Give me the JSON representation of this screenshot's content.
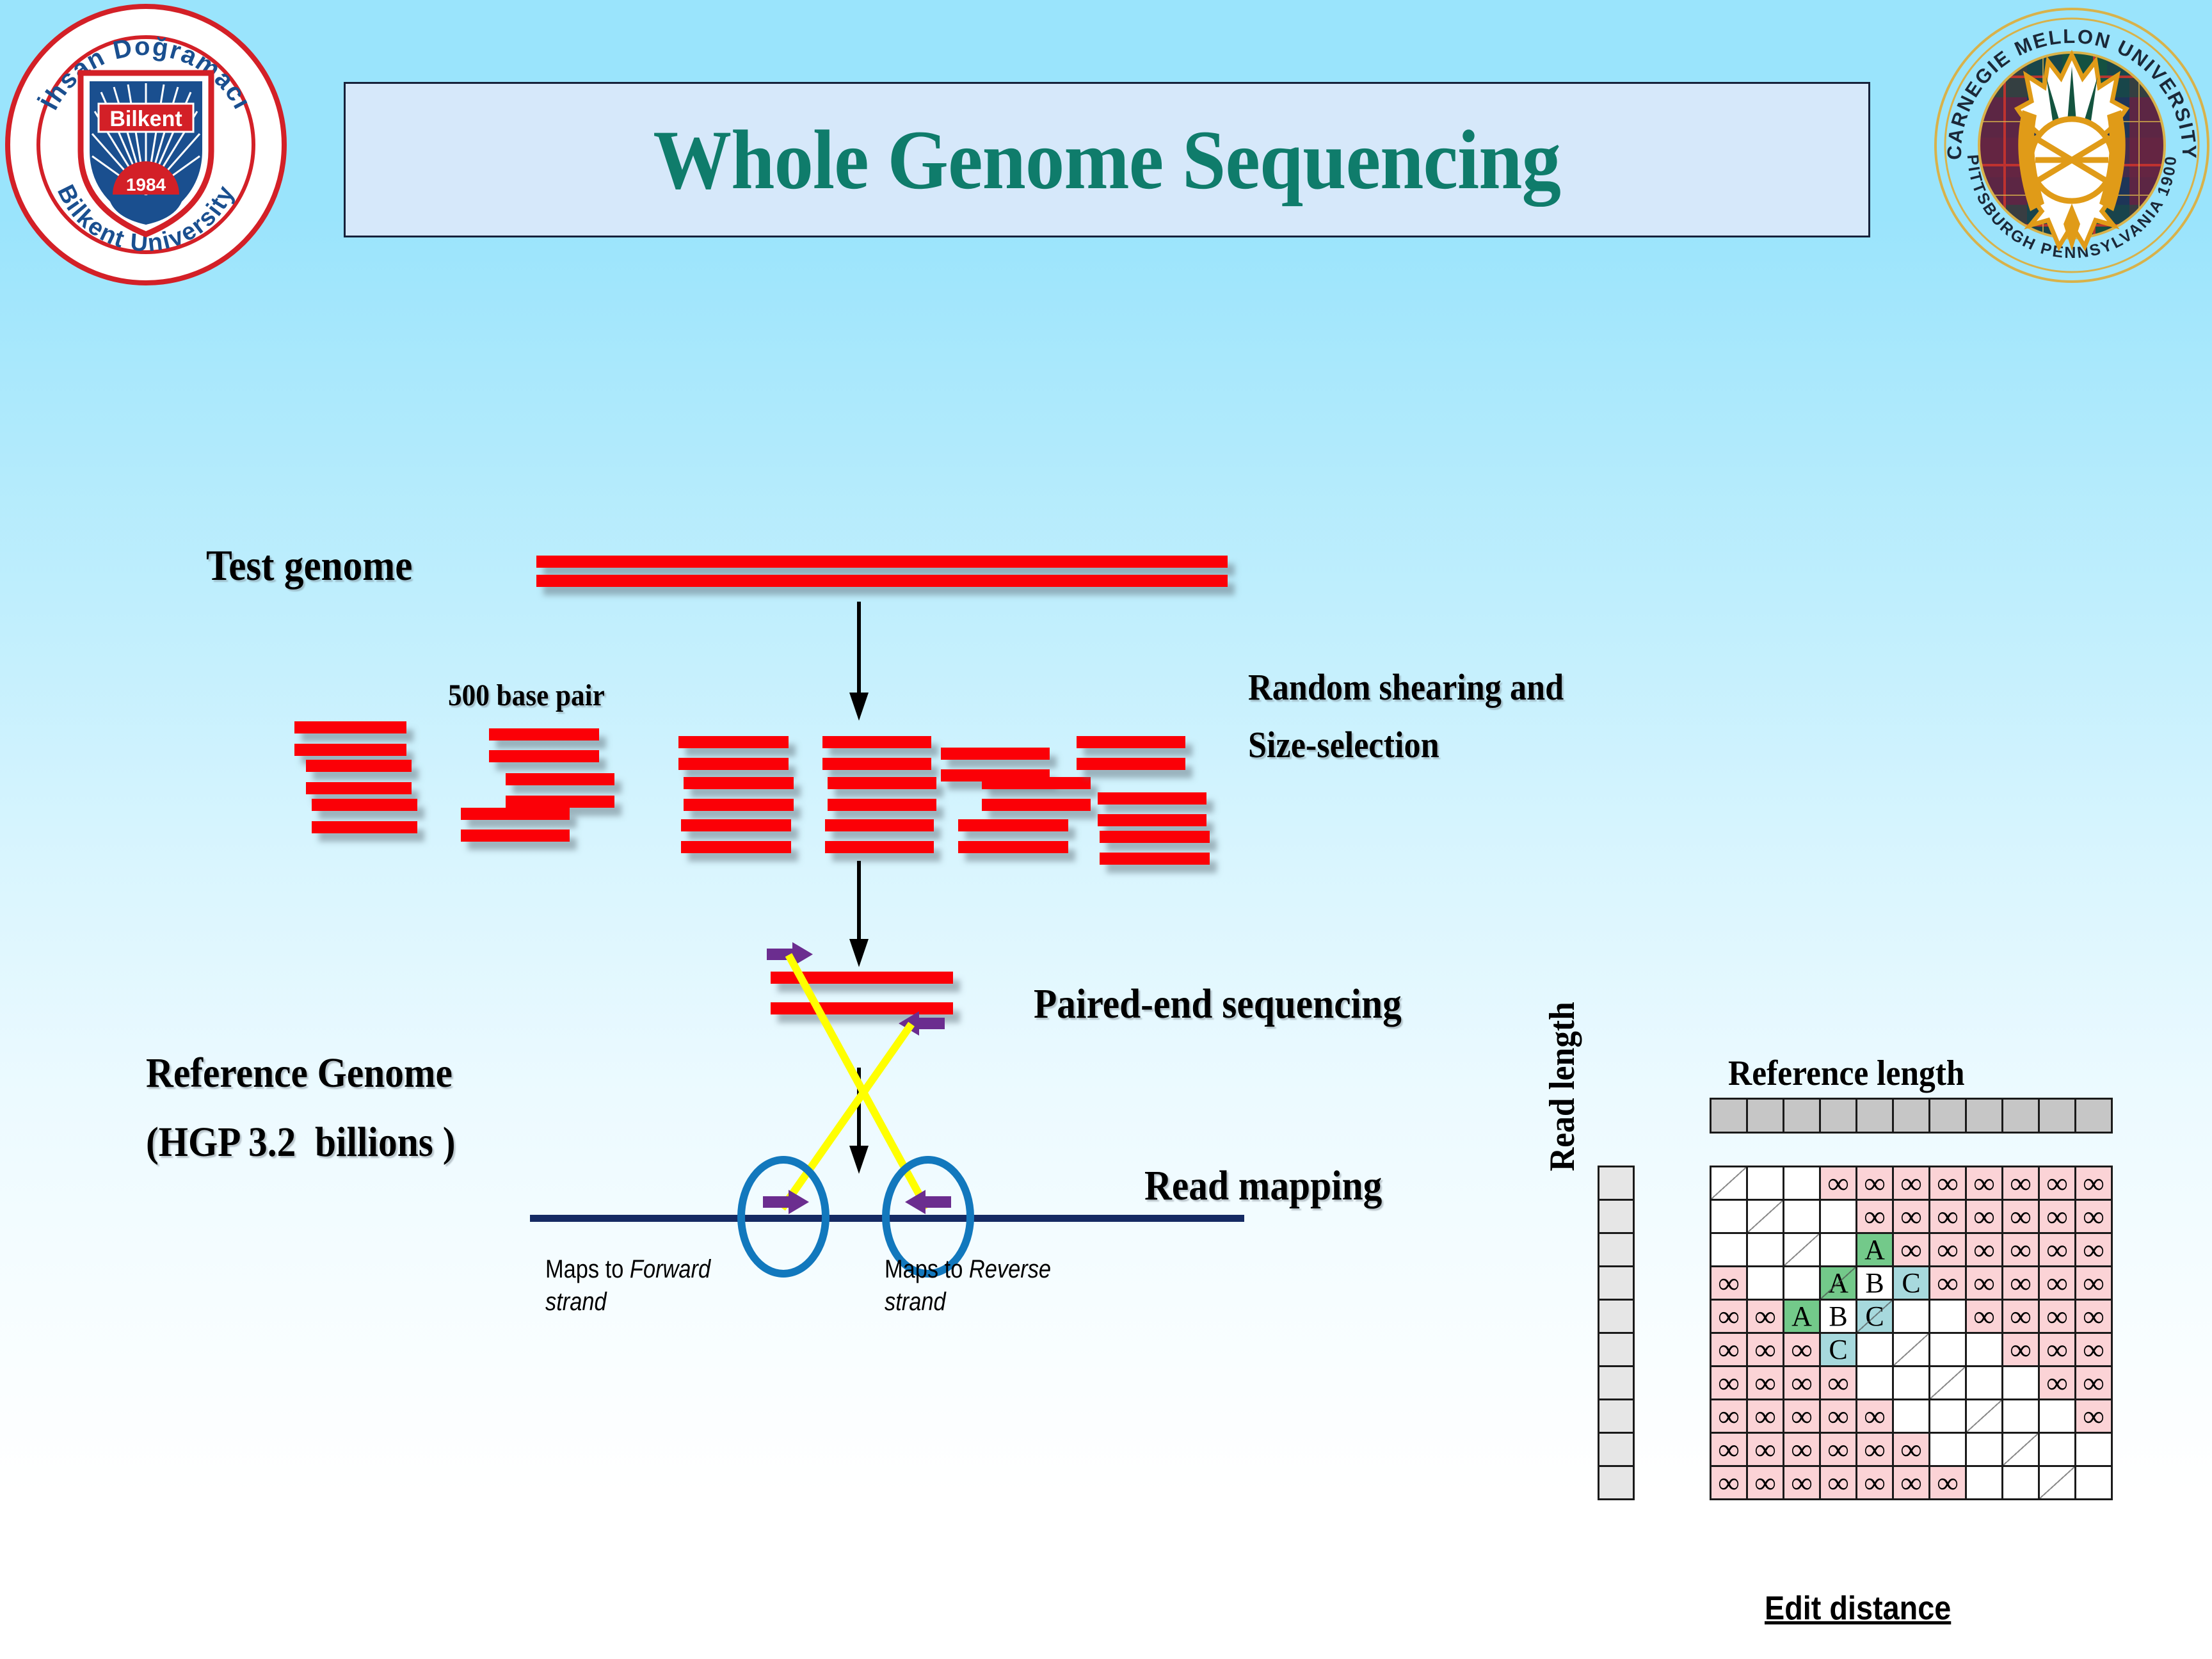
{
  "header": {
    "title": "Whole Genome Sequencing",
    "left_logo": {
      "name": "bilkent-university-seal",
      "line1": "İhsan Doğramacı",
      "line2": "Bilkent University",
      "center_word": "Bilkent",
      "year": "1984"
    },
    "right_logo": {
      "name": "carnegie-mellon-university-seal",
      "arc_top": "CARNEGIE MELLON UNIVERSITY",
      "arc_bottom": "PITTSBURGH PENNSYLVANIA 1900"
    }
  },
  "diagram": {
    "test_genome_label": "Test genome",
    "base_pair_label": "500 base pair",
    "shearing_label_line1": "Random shearing and",
    "shearing_label_line2": "Size-selection",
    "paired_end_label": "Paired-end sequencing",
    "reference_genome_line1": "Reference Genome",
    "reference_genome_line2": "(HGP 3.2  billions )",
    "read_mapping_label": "Read mapping",
    "forward_caption_prefix": "Maps to ",
    "forward_caption_em": "Forward",
    "forward_caption_suffix": "strand",
    "reverse_caption_prefix": "Maps to ",
    "reverse_caption_em": "Reverse",
    "reverse_caption_suffix": "strand"
  },
  "matrix": {
    "reference_length_label": "Reference length",
    "read_length_label": "Read length",
    "edit_distance_label": "Edit distance",
    "columns": 11,
    "rows": 10,
    "infinity_symbol": "∞",
    "cells": [
      [
        "",
        "",
        "",
        "inf",
        "inf",
        "inf",
        "inf",
        "inf",
        "inf",
        "inf",
        "inf"
      ],
      [
        "",
        "",
        "",
        "",
        "inf",
        "inf",
        "inf",
        "inf",
        "inf",
        "inf",
        "inf"
      ],
      [
        "",
        "",
        "",
        "",
        "A",
        "inf",
        "inf",
        "inf",
        "inf",
        "inf",
        "inf"
      ],
      [
        "inf",
        "",
        "",
        "A",
        "B",
        "C",
        "inf",
        "inf",
        "inf",
        "inf",
        "inf"
      ],
      [
        "inf",
        "inf",
        "A",
        "B",
        "C",
        "",
        "",
        "inf",
        "inf",
        "inf",
        "inf"
      ],
      [
        "inf",
        "inf",
        "inf",
        "C",
        "",
        "",
        "",
        "",
        "inf",
        "inf",
        "inf"
      ],
      [
        "inf",
        "inf",
        "inf",
        "inf",
        "",
        "",
        "",
        "",
        "",
        "inf",
        "inf"
      ],
      [
        "inf",
        "inf",
        "inf",
        "inf",
        "inf",
        "",
        "",
        "",
        "",
        "",
        "inf"
      ],
      [
        "inf",
        "inf",
        "inf",
        "inf",
        "inf",
        "inf",
        "",
        "",
        "",
        "",
        ""
      ],
      [
        "inf",
        "inf",
        "inf",
        "inf",
        "inf",
        "inf",
        "inf",
        "",
        "",
        "",
        ""
      ]
    ],
    "diagonal_cells": [
      0,
      1,
      2,
      3,
      4,
      5,
      6,
      7,
      8,
      9
    ]
  },
  "colors": {
    "title_text": "#0f7c6b",
    "title_box_bg": "#d6e8fa",
    "background_top": "#9ae4fc",
    "background_bottom": "#ffffff",
    "dna_red": "#fb0007",
    "read_arrow_purple": "#6b2d8f",
    "mapping_yellow": "#ffff00",
    "reference_line_navy": "#152a63",
    "circle_blue": "#1278bd",
    "matrix_infinity_bg": "#fbd3d6",
    "matrix_a_bg": "#73c98a",
    "matrix_c_bg": "#a7d9dd",
    "matrix_col_header_bg": "#c6c6c6",
    "matrix_row_header_bg": "#e6e6e6"
  }
}
